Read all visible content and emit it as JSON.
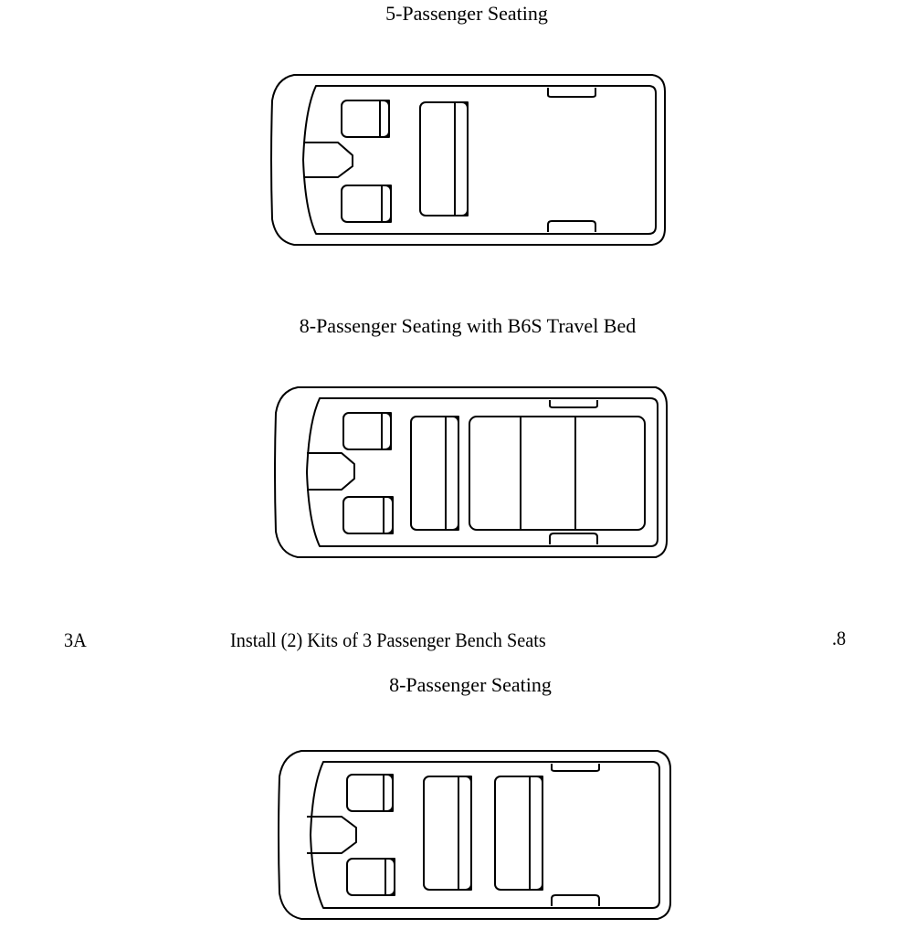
{
  "captions": {
    "five": "5-Passenger Seating",
    "eight_bed": "8-Passenger Seating with B6S Travel Bed",
    "eight": "8-Passenger Seating"
  },
  "option_row": {
    "code": "3A",
    "description": "Install (2) Kits of 3 Passenger Bench Seats",
    "value": ".8"
  },
  "diagrams": [
    {
      "id": "five_passenger",
      "seat_rows": [
        "front-bucket-pair",
        "bench"
      ]
    },
    {
      "id": "eight_passenger_bed",
      "seat_rows": [
        "front-bucket-pair",
        "bench",
        "travel-bed"
      ]
    },
    {
      "id": "eight_passenger",
      "seat_rows": [
        "front-bucket-pair",
        "bench",
        "bench"
      ]
    }
  ]
}
